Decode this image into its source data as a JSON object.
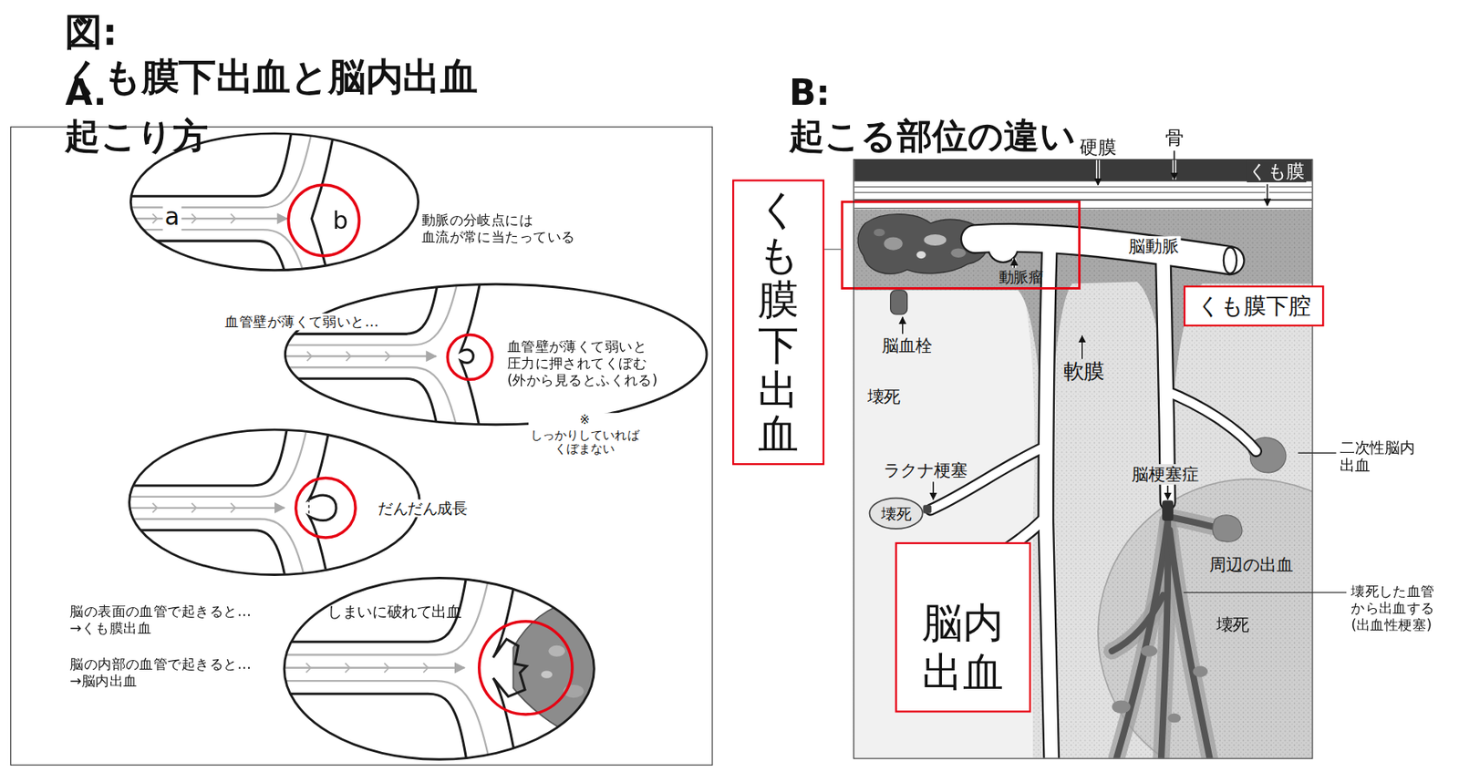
{
  "diagram": {
    "title": "図:くも膜下出血と脳内出血",
    "nodes": [
      {
        "text": [
          "A.起こり方"
        ]
      },
      {
        "text": [
          "a",
          "b"
        ],
        "in": 0
      },
      {
        "text": [
          "血管壁が薄くて弱いと 圧力に押されてくぼむ (外から見るとふくれる)"
        ],
        "in": 0
      },
      {
        "text": [
          "しまいに破れて出血"
        ],
        "in": 0
      },
      {
        "text": [
          "B:起こる部位の違い"
        ]
      },
      {
        "text": [
          "くも膜下出血"
        ]
      },
      {
        "text": [
          "くも膜下腔"
        ]
      },
      {
        "text": [
          "壊死"
        ],
        "in": 4
      },
      {
        "text": [
          "脳内 出血"
        ],
        "in": 4
      }
    ],
    "labels": [
      "動脈の分岐点には 血流が常に当たっている",
      "血管壁が薄くて弱いと…",
      "※しっかりしていれば くぼまない",
      "だんだん成長",
      "脳の表面の血管で起きると… →くも膜出血",
      "脳の内部の血管で起きると… →脳内出血",
      "硬膜",
      "骨",
      "くも膜",
      "脳動脈",
      "動脈瘤",
      "脳血栓",
      "軟膜",
      "壊死",
      "ラクナ梗塞",
      "脳梗塞症",
      "二次性脳内 出血",
      "周辺の出血",
      "壊死した血管 から出血する (出血性梗塞)",
      "壊死"
    ]
  }
}
